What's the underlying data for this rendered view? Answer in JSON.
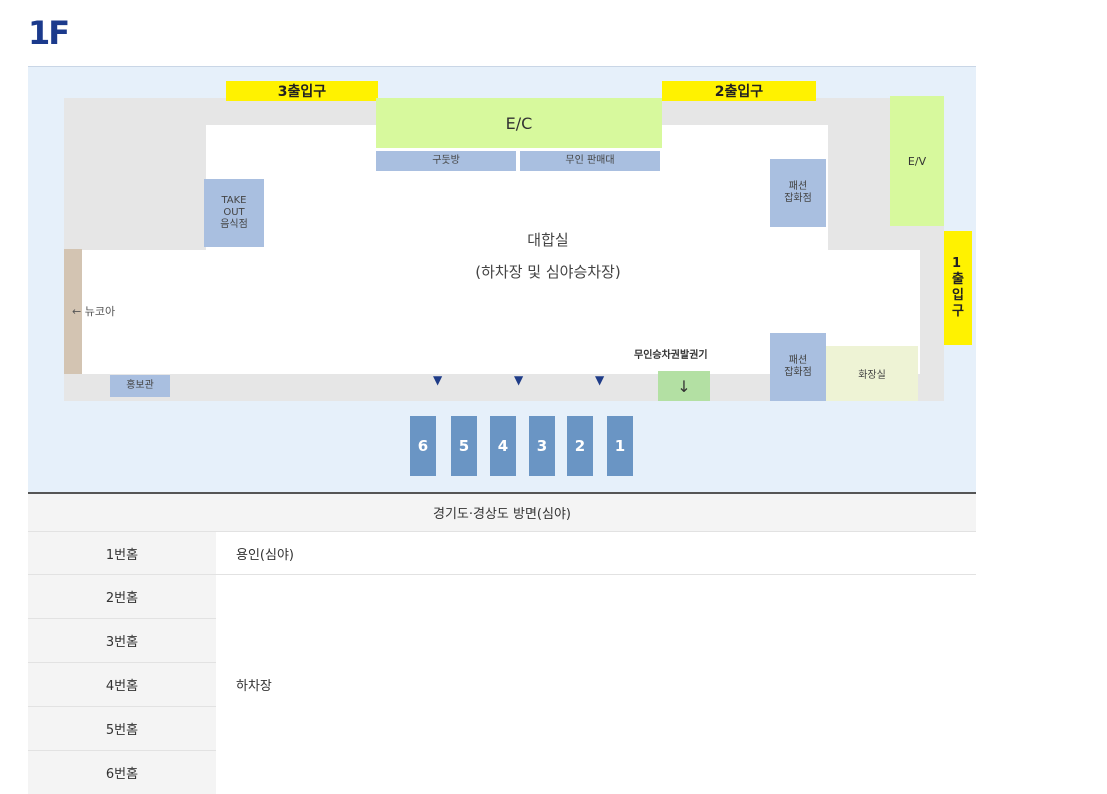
{
  "page": {
    "floor_title": "1F"
  },
  "map": {
    "exits": {
      "exit3": "3출입구",
      "exit2": "2출입구",
      "exit1": "1\n출\n입\n구"
    },
    "facilities": {
      "escalator": "E/C",
      "elevator": "E/V",
      "shoe_repair": "구둣방",
      "vending": "무인 판매대",
      "takeout": "TAKE\nOUT\n음식점",
      "fashion_top": "패션\n잡화점",
      "fashion_bottom": "패션\n잡화점",
      "restroom": "화장실",
      "pr_center": "홍보관",
      "ticket_machine": "무인승차권발권기",
      "ticket_arrow": "↓",
      "newcore": "← 뉴코아"
    },
    "waiting_room": {
      "line1": "대합실",
      "line2": "(하차장 및 심야승차장)"
    },
    "platform_arrows": [
      "▼",
      "▼",
      "▼"
    ],
    "platforms": [
      "6",
      "5",
      "4",
      "3",
      "2",
      "1"
    ]
  },
  "table": {
    "header": "경기도·경상도 방면(심야)",
    "rows": [
      {
        "platform": "1번홈",
        "destination": "용인(심야)"
      },
      {
        "platform": "2번홈",
        "destination": ""
      },
      {
        "platform": "3번홈",
        "destination": ""
      },
      {
        "platform": "4번홈",
        "destination": "하차장"
      },
      {
        "platform": "5번홈",
        "destination": ""
      },
      {
        "platform": "6번홈",
        "destination": ""
      }
    ]
  },
  "colors": {
    "title": "#1b3a8c",
    "exit": "#fff200",
    "escalator": "#d7f99d",
    "shop": "#a9bfe0",
    "platform": "#6a95c4",
    "map_bg": "#e6f0fa"
  }
}
